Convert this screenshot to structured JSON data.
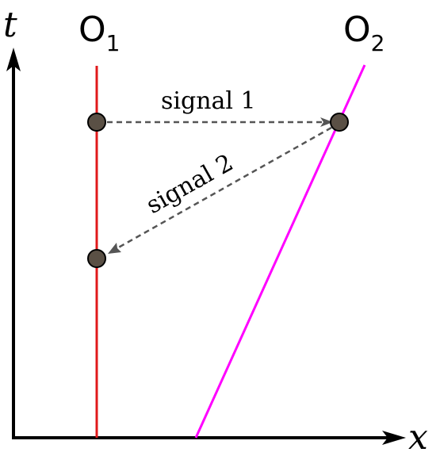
{
  "axes": {
    "t_label": "t",
    "x_label": "x"
  },
  "observers": [
    {
      "name": "O",
      "subscript": "1",
      "color": "#e0191b"
    },
    {
      "name": "O",
      "subscript": "2",
      "color": "#ff00ff"
    }
  ],
  "signals": [
    {
      "label": "signal 1"
    },
    {
      "label": "signal 2"
    }
  ],
  "colors": {
    "axis": "#000000",
    "signal": "#555555",
    "event_fill": "#5a5045"
  }
}
